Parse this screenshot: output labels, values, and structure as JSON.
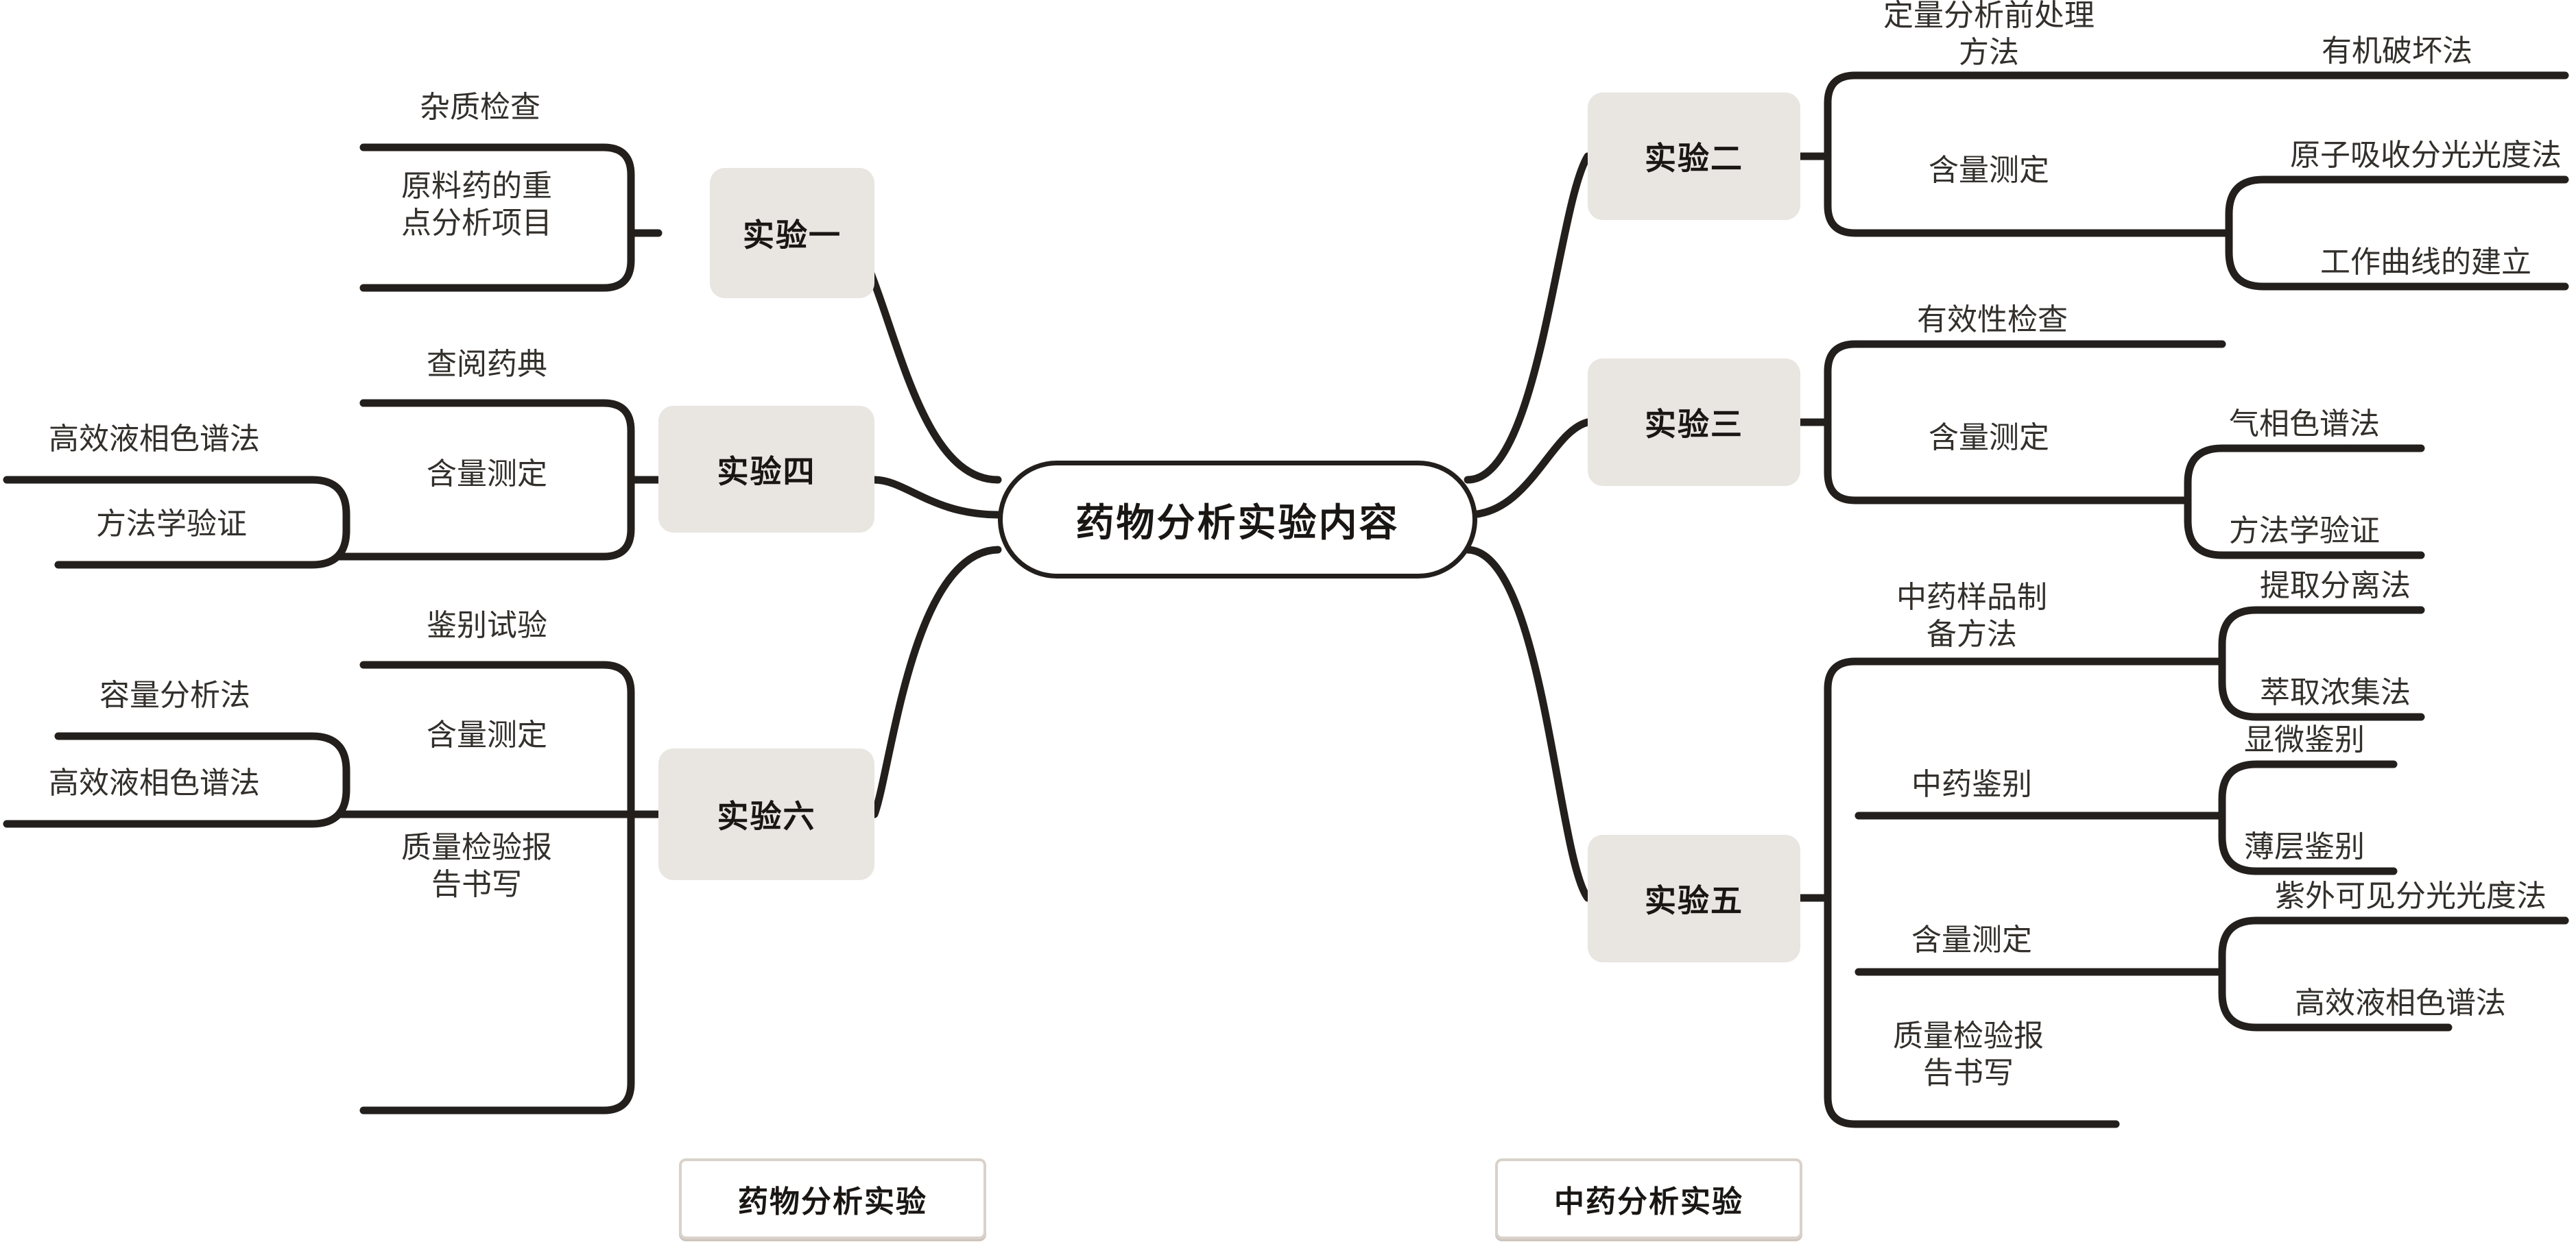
{
  "center": {
    "label": "药物分析实验内容"
  },
  "nodes": {
    "exp1": "实验一",
    "exp2": "实验二",
    "exp3": "实验三",
    "exp4": "实验四",
    "exp5": "实验五",
    "exp6": "实验六"
  },
  "branches": {
    "exp1": [
      {
        "label": "杂质检查",
        "children": []
      },
      {
        "label": "原料药的重\n点分析项目",
        "children": []
      }
    ],
    "exp2": [
      {
        "label": "定量分析前处理\n方法",
        "children": [
          {
            "label": "有机破坏法"
          }
        ]
      },
      {
        "label": "含量测定",
        "children": [
          {
            "label": "原子吸收分光光度法"
          },
          {
            "label": "工作曲线的建立"
          }
        ]
      }
    ],
    "exp3": [
      {
        "label": "有效性检查",
        "children": []
      },
      {
        "label": "含量测定",
        "children": [
          {
            "label": "气相色谱法"
          },
          {
            "label": "方法学验证"
          }
        ]
      }
    ],
    "exp4": [
      {
        "label": "查阅药典",
        "children": []
      },
      {
        "label": "含量测定",
        "children": [
          {
            "label": "高效液相色谱法"
          },
          {
            "label": "方法学验证"
          }
        ]
      }
    ],
    "exp5": [
      {
        "label": "中药样品制\n备方法",
        "children": [
          {
            "label": "提取分离法"
          },
          {
            "label": "萃取浓集法"
          }
        ]
      },
      {
        "label": "中药鉴别",
        "children": [
          {
            "label": "显微鉴别"
          },
          {
            "label": "薄层鉴别"
          }
        ]
      },
      {
        "label": "含量测定",
        "children": [
          {
            "label": "紫外可见分光光度法"
          },
          {
            "label": "高效液相色谱法"
          }
        ]
      },
      {
        "label": "质量检验报\n告书写",
        "children": []
      }
    ],
    "exp6": [
      {
        "label": "鉴别试验",
        "children": []
      },
      {
        "label": "含量测定",
        "children": [
          {
            "label": "容量分析法"
          },
          {
            "label": "高效液相色谱法"
          }
        ]
      },
      {
        "label": "质量检验报\n告书写",
        "children": []
      }
    ]
  },
  "legend": {
    "left": "药物分析实验",
    "right": "中药分析实验"
  },
  "colors": {
    "node_fill": "#e9e5e1",
    "stroke": "#231f1c",
    "text": "#33302c",
    "legend_border": "#d9d2cb",
    "background": "#ffffff"
  }
}
